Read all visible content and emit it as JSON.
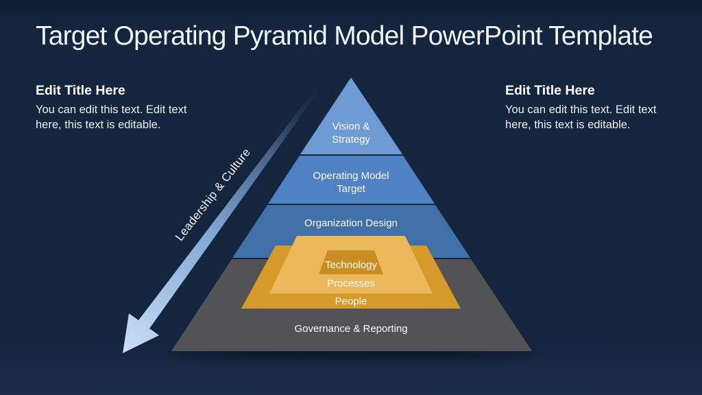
{
  "slide": {
    "title": "Target Operating Pyramid Model PowerPoint Template"
  },
  "notes": {
    "left": {
      "heading": "Edit Title Here",
      "body": "You can edit this text. Edit text here, this text is editable."
    },
    "right": {
      "heading": "Edit Title Here",
      "body": "You can edit this text. Edit text here, this text is editable."
    }
  },
  "pyramid": {
    "levels": [
      {
        "label": "Vision & Strategy",
        "color": "#6F9BD5"
      },
      {
        "label": "Operating Model Target",
        "color": "#5081C2"
      },
      {
        "label": "Organization Design",
        "color": "#416FA8"
      },
      {
        "label": "Governance & Reporting",
        "color": "#535356"
      }
    ],
    "inner_levels": [
      {
        "label": "Technology",
        "color": "#CA8D20"
      },
      {
        "label": "Processes",
        "color": "#EBB95C"
      },
      {
        "label": "People",
        "color": "#D69A2B"
      }
    ]
  },
  "arrow": {
    "label": "Leadership & Culture",
    "gradient_start": "#1d3455",
    "gradient_mid": "#7fa6d2",
    "gradient_end": "#cadff7"
  },
  "colors": {
    "background": "#14253e"
  }
}
